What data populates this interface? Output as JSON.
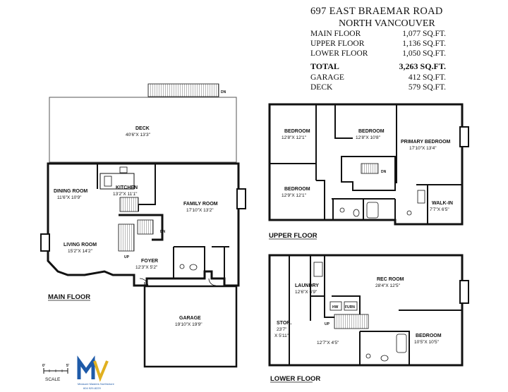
{
  "header": {
    "address_line1": "697 EAST BRAEMAR ROAD",
    "address_line2": "NORTH VANCOUVER",
    "areas": [
      {
        "label": "MAIN FLOOR",
        "value": "1,077 SQ.FT."
      },
      {
        "label": "UPPER FLOOR",
        "value": "1,136 SQ.FT."
      },
      {
        "label": "LOWER FLOOR",
        "value": "1,050 SQ.FT."
      }
    ],
    "total": {
      "label": "TOTAL",
      "value": "3,263 SQ.FT."
    },
    "extras": [
      {
        "label": "GARAGE",
        "value": "412 SQ.FT."
      },
      {
        "label": "DECK",
        "value": "579 SQ.FT."
      }
    ]
  },
  "main_floor": {
    "title": "MAIN FLOOR",
    "deck": {
      "name": "DECK",
      "dims": "40'6\"X 13'3\""
    },
    "dining": {
      "name": "DINING ROOM",
      "dims": "11'6\"X 10'9\""
    },
    "kitchen": {
      "name": "KITCHEN",
      "dims": "13'2\"X 11'1\""
    },
    "family": {
      "name": "FAMILY ROOM",
      "dims": "17'10\"X 13'2\""
    },
    "living": {
      "name": "LIVING ROOM",
      "dims": "15'2\"X 14'2\""
    },
    "foyer": {
      "name": "FOYER",
      "dims": "12'3\"X 5'2\""
    },
    "garage": {
      "name": "GARAGE",
      "dims": "19'10\"X 19'9\""
    },
    "dn_top": "DN",
    "dn_stair": "DN",
    "up_stair": "UP"
  },
  "upper_floor": {
    "title": "UPPER FLOOR",
    "bed1": {
      "name": "BEDROOM",
      "dims": "12'8\"X 12'1\""
    },
    "bed2": {
      "name": "BEDROOM",
      "dims": "12'8\"X 10'8\""
    },
    "primary": {
      "name": "PRIMARY BEDROOM",
      "dims": "17'10\"X 13'4\""
    },
    "bed3": {
      "name": "BEDROOM",
      "dims": "12'9\"X 12'1\""
    },
    "walkin": {
      "name": "WALK-IN",
      "dims": "7'7\"X 6'5\""
    },
    "dn": "DN"
  },
  "lower_floor": {
    "title": "LOWER FLOOR",
    "laundry": {
      "name": "LAUNDRY",
      "dims": "12'6\"X 6'9\""
    },
    "rec": {
      "name": "REC ROOM",
      "dims": "28'4\"X 12'5\""
    },
    "stor": {
      "name": "STOR.",
      "dims1": "23'7\"",
      "dims2": "X 5'11\""
    },
    "hall_dims": "12'7\"X 4'5\"",
    "bedroom": {
      "name": "BEDROOM",
      "dims": "10'5\"X 10'5\""
    },
    "hw": "HW",
    "furn": "FURN",
    "up": "UP"
  },
  "scale": {
    "label": "SCALE",
    "start": "0'",
    "end": "5'"
  },
  "logo": {
    "line1": "Measure Masters Northshore",
    "line2": "604 929-8229"
  },
  "colors": {
    "wall": "#111111",
    "logo_blue": "#1e5aa8",
    "logo_gold": "#e0b020"
  }
}
